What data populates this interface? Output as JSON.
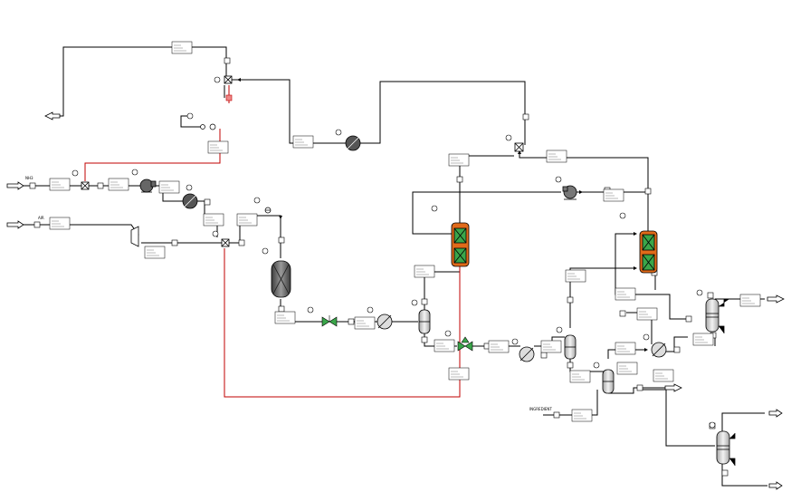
{
  "colors": {
    "line": "#000000",
    "recycle_line": "#c00000",
    "reactor_shell": "#e06a1a",
    "catalyst": "#3aa64a",
    "valve": "#3aa64a",
    "vessel_fill": "#e6e6e6",
    "adsorber_fill": "#555555"
  },
  "inlets": {
    "nh3": {
      "label": "NH3"
    },
    "air": {
      "label": "AIR"
    },
    "lower_left": {
      "label": "INGREDIENT"
    }
  },
  "streams": {
    "count_small_tags": 34,
    "note": ""
  }
}
